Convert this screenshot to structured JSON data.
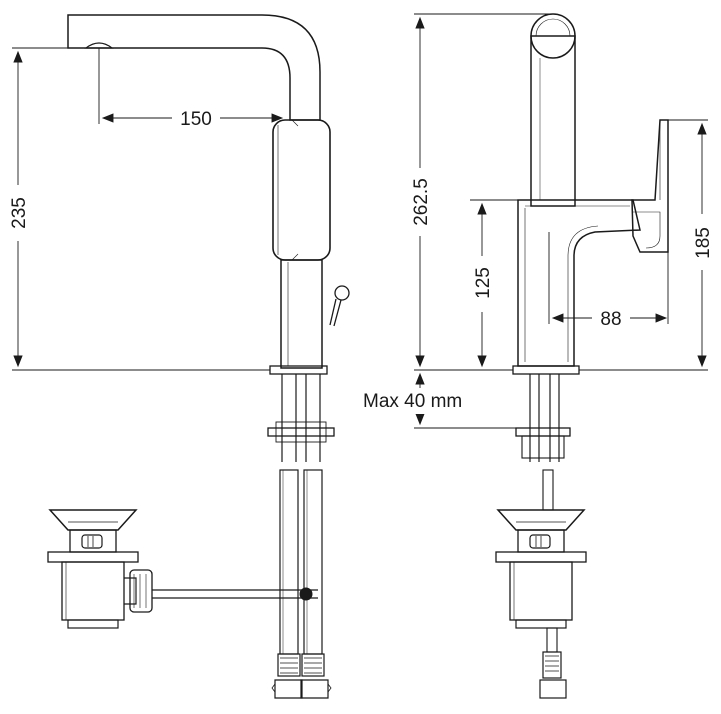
{
  "dimensions": {
    "spout_reach": "150",
    "height_left": "235",
    "height_total": "262.5",
    "lever_height": "125",
    "lever_reach": "88",
    "lever_top": "185",
    "max_deck": "Max 40 mm"
  },
  "colors": {
    "line": "#1a1a1a",
    "background": "#ffffff"
  }
}
